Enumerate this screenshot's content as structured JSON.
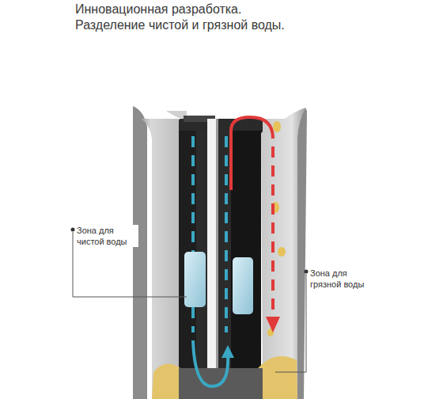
{
  "diagram": {
    "title": "Инновационная разработка. Разделение чистой и грязной воды.",
    "labels": [
      "Зона для чистой воды",
      "Зона для грязной воды"
    ]
  }
}
